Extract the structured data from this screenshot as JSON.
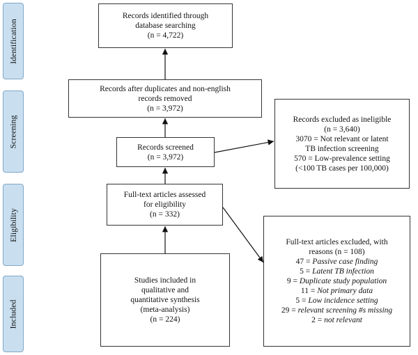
{
  "stages": {
    "identification": "Identification",
    "screening": "Screening",
    "eligibility": "Eligibility",
    "included": "Included"
  },
  "boxes": {
    "identified": [
      "Records identified through",
      "database searching",
      "(n = 4,722)"
    ],
    "after_duplicates": [
      "Records after duplicates and non-english",
      "records removed",
      "(n = 3,972)"
    ],
    "screened": [
      "Records screened",
      "(n = 3,972)"
    ],
    "excluded_ineligible": [
      "Records excluded as ineligible",
      "(n = 3,640)",
      "3070 = Not relevant or latent",
      "TB infection screening",
      "570 = Low-prevalence setting",
      "(<100 TB cases per 100,000)"
    ],
    "fulltext_assessed": [
      "Full-text articles assessed",
      "for eligibility",
      "(n = 332)"
    ],
    "included": [
      "Studies included in",
      "qualitative and",
      "quantitative synthesis",
      "(meta-analysis)",
      "(n = 224)"
    ]
  },
  "fulltext_excluded": {
    "header": [
      "Full-text articles excluded, with",
      "reasons (n = 108)"
    ],
    "reasons": [
      {
        "count": "47 = ",
        "text": "Passive case finding"
      },
      {
        "count": "5 = ",
        "text": "Latent TB infection"
      },
      {
        "count": "9 = ",
        "text": "Duplicate study population"
      },
      {
        "count": "11 = ",
        "text": "Not primary data"
      },
      {
        "count": "5 = ",
        "text": "Low incidence setting"
      },
      {
        "count": "29 = ",
        "text": "relevant screening #s missing"
      },
      {
        "count": "2 = ",
        "text": "not relevant"
      }
    ]
  }
}
